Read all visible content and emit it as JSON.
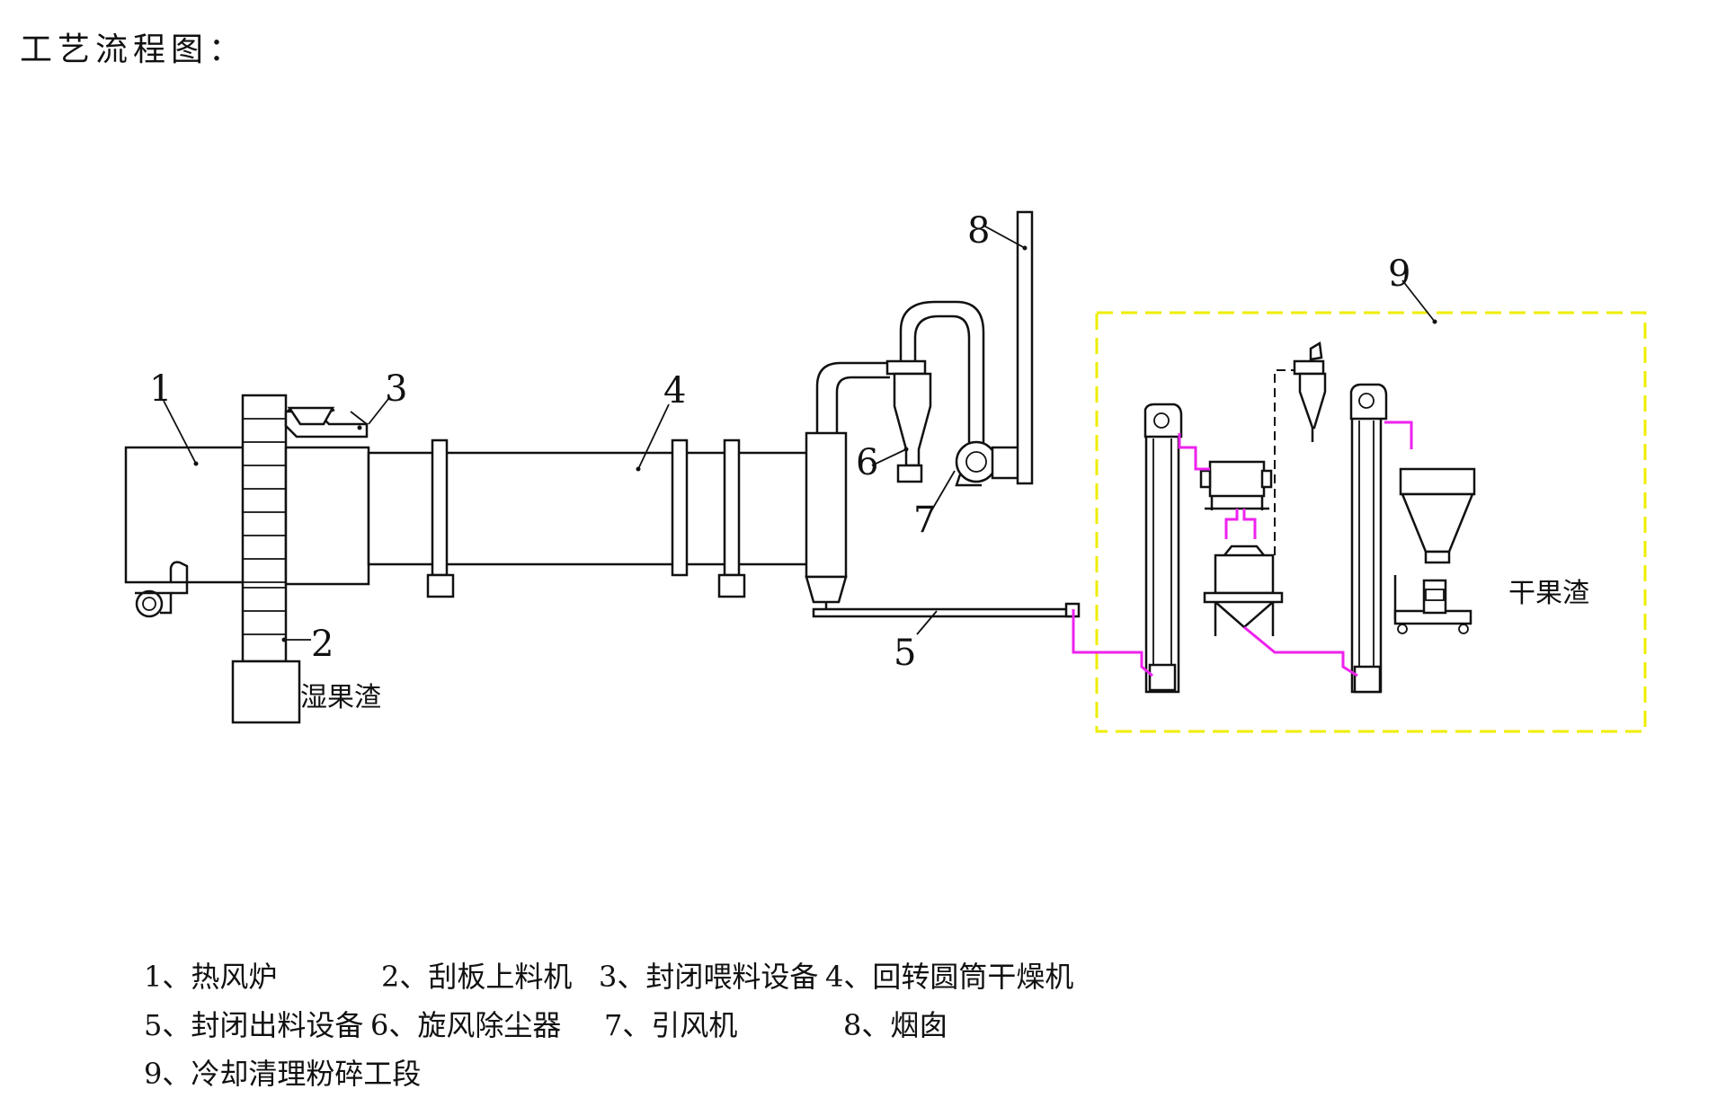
{
  "title": "工艺流程图：",
  "labels": {
    "n1": "1",
    "n2": "2",
    "n3": "3",
    "n4": "4",
    "n5": "5",
    "n6": "6",
    "n7": "7",
    "n8": "8",
    "n9": "9",
    "wet": "湿果渣",
    "dry": "干果渣"
  },
  "legend": {
    "i1": "1、热风炉",
    "i2": "2、刮板上料机",
    "i3": "3、封闭喂料设备",
    "i4": "4、回转圆筒干燥机",
    "i5": "5、封闭出料设备",
    "i6": "6、旋风除尘器",
    "i7": "7、引风机",
    "i8": "8、烟囱",
    "i9": "9、冷却清理粉碎工段"
  },
  "colors": {
    "line": "#111111",
    "conveyor_link": "#ee22ee",
    "section_border": "#eeee00"
  }
}
